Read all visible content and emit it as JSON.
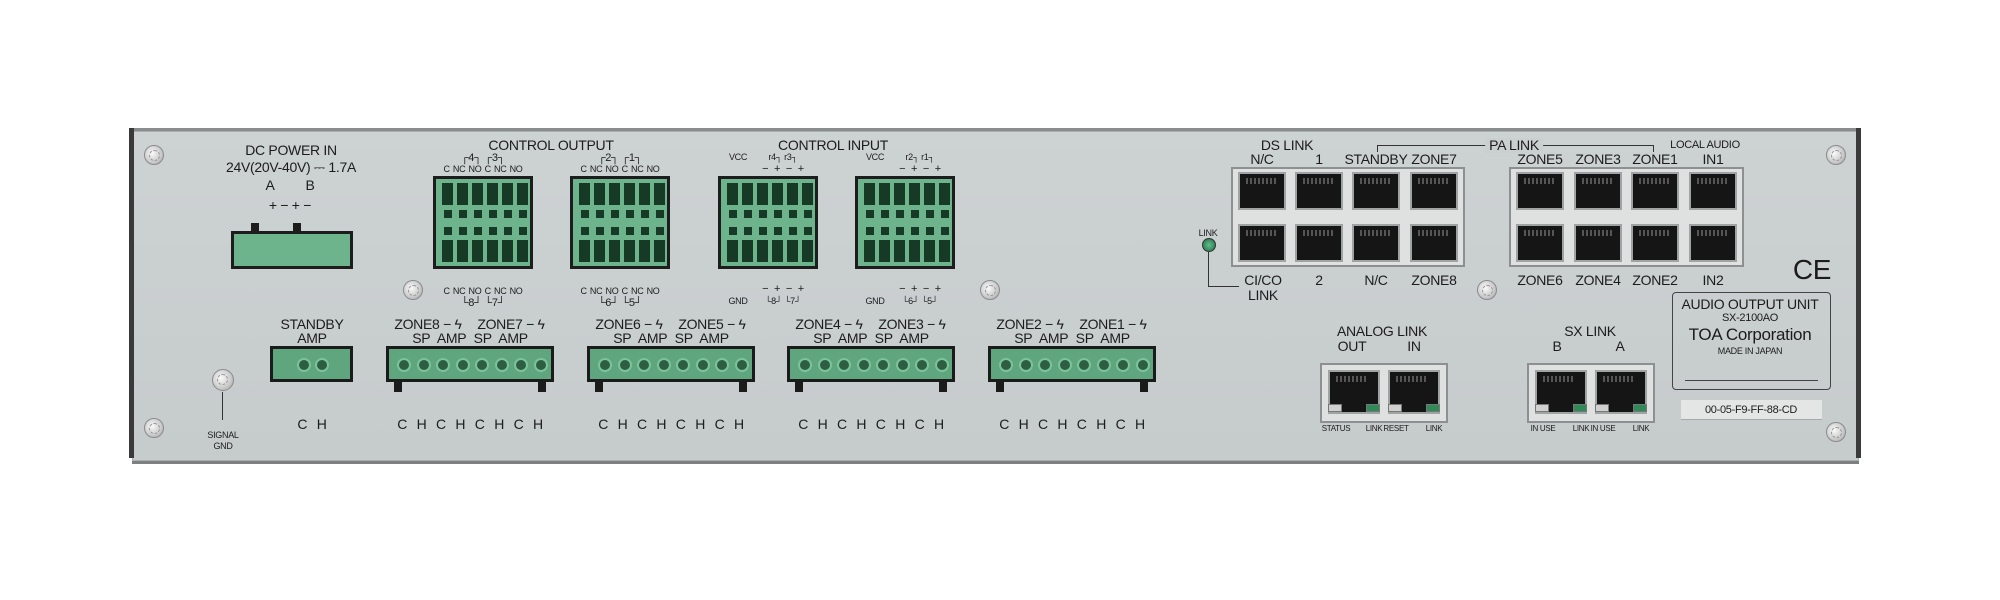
{
  "dc_power": {
    "title": "DC POWER IN",
    "rating": "24V(20V-40V) ⎓ 1.7A",
    "terminals": [
      "A",
      "B"
    ],
    "polarity": "+  −  +  −"
  },
  "control_output": {
    "title": "CONTROL OUTPUT",
    "pins": "C NC NO C NC NO",
    "blocks": [
      {
        "top": "┌4┐  ┌3┐",
        "bottom": "└8┘  └7┘"
      },
      {
        "top": "┌2┐  ┌1┐",
        "bottom": "└6┘  └5┘"
      }
    ]
  },
  "control_input": {
    "title": "CONTROL INPUT",
    "vcc": "VCC",
    "gnd": "GND",
    "pins": "− + − +",
    "blocks": [
      {
        "top": "r4┐ r3┐",
        "bottom": "└8┘ └7┘"
      },
      {
        "top": "r2┐ r1┐",
        "bottom": "└6┘ └5┘"
      }
    ]
  },
  "standby": {
    "line1": "STANDBY",
    "line2": "AMP",
    "pins": "C H"
  },
  "zones": [
    {
      "a": "ZONE8 −",
      "b": "ZONE7 −"
    },
    {
      "a": "ZONE6 −",
      "b": "ZONE5 −"
    },
    {
      "a": "ZONE4 −",
      "b": "ZONE3 −"
    },
    {
      "a": "ZONE2 −",
      "b": "ZONE1 −"
    }
  ],
  "zone_sub": "SP   AMP   SP   AMP",
  "zone_pins": "C H C H C H C H",
  "signal_gnd": {
    "line1": "SIGNAL",
    "line2": "GND"
  },
  "network": {
    "ds_link": "DS LINK",
    "pa_link": "PA LINK",
    "local_audio": "LOCAL AUDIO",
    "top": [
      "N/C",
      "1",
      "STANDBY",
      "ZONE7",
      "ZONE5",
      "ZONE3",
      "ZONE1",
      "IN1"
    ],
    "bottom": [
      "",
      "2",
      "N/C",
      "ZONE8",
      "ZONE6",
      "ZONE4",
      "ZONE2",
      "IN2"
    ],
    "cico_1": "CI/CO",
    "cico_2": "LINK",
    "led_label": "LINK"
  },
  "analog_link": {
    "title": "ANALOG LINK",
    "ports": [
      "OUT",
      "IN"
    ],
    "leds": [
      "STATUS",
      "LINK",
      "RESET",
      "LINK"
    ]
  },
  "sx_link": {
    "title": "SX LINK",
    "ports": [
      "B",
      "A"
    ],
    "leds": [
      "IN USE",
      "LINK",
      "IN USE",
      "LINK"
    ]
  },
  "ce_mark": "CE",
  "nameplate": {
    "line1": "AUDIO OUTPUT UNIT",
    "model": "SX-2100AO",
    "maker": "TOA Corporation",
    "origin": "MADE IN JAPAN"
  },
  "mac_address": "00-05-F9-FF-88-CD",
  "colors": {
    "panel": "#c9cecf",
    "terminal_green": "#6db48c",
    "led_green": "#2f8a5a"
  }
}
